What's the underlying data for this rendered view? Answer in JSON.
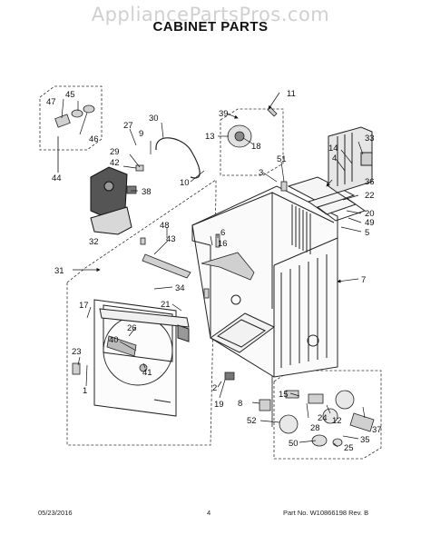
{
  "watermark": "AppliancePartsPros.com",
  "title": "CABINET PARTS",
  "callouts": {
    "c1": "1",
    "c2": "2",
    "c3": "3",
    "c4": "4",
    "c5": "5",
    "c6": "6",
    "c7": "7",
    "c8": "8",
    "c9": "9",
    "c10": "10",
    "c11": "11",
    "c12": "12",
    "c13": "13",
    "c14": "14",
    "c15": "15",
    "c16": "16",
    "c17": "17",
    "c18": "18",
    "c19": "19",
    "c20": "20",
    "c21": "21",
    "c22": "22",
    "c23": "23",
    "c24": "24",
    "c25": "25",
    "c26": "26",
    "c27": "27",
    "c28": "28",
    "c29": "29",
    "c30": "30",
    "c31": "31",
    "c32": "32",
    "c33": "33",
    "c34": "34",
    "c35": "35",
    "c36": "36",
    "c37": "37",
    "c38": "38",
    "c39": "39",
    "c40": "40",
    "c41": "41",
    "c42": "42",
    "c43": "43",
    "c44": "44",
    "c45": "45",
    "c46": "46",
    "c47": "47",
    "c48": "48",
    "c49": "49",
    "c50": "50",
    "c51": "51",
    "c52": "52"
  },
  "footer": {
    "date": "05/23/2016",
    "page": "4",
    "part_info": "Part No.  W10866198  Rev. B"
  }
}
